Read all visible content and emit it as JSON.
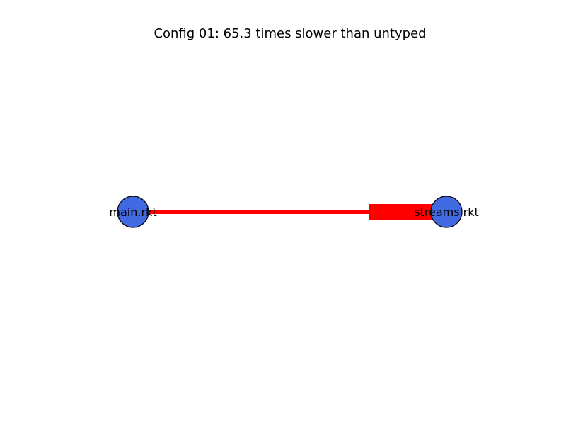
{
  "title": "Config 01: 65.3 times slower than untyped",
  "colors": {
    "node_fill": "#4169e1",
    "node_stroke": "#000000",
    "edge": "#ff0000",
    "background": "#ffffff"
  },
  "nodes": [
    {
      "id": "main",
      "label": "main.rkt"
    },
    {
      "id": "streams",
      "label": "streams.rkt"
    }
  ],
  "edges": [
    {
      "from": "main",
      "to": "streams",
      "arrow": "thick-head-at-target"
    }
  ]
}
